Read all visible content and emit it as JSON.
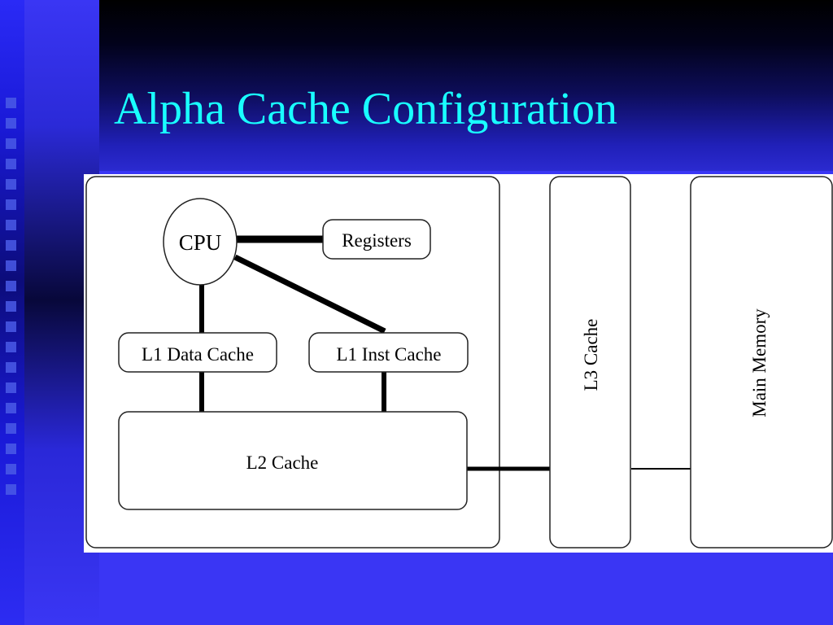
{
  "slide": {
    "title": "Alpha Cache Configuration"
  },
  "diagram": {
    "nodes": {
      "cpu": "CPU",
      "registers": "Registers",
      "l1_data": "L1 Data Cache",
      "l1_inst": "L1 Inst Cache",
      "l2": "L2 Cache",
      "l3": "L3 Cache",
      "main_memory": "Main Memory"
    },
    "edges": [
      [
        "cpu",
        "registers"
      ],
      [
        "cpu",
        "l1_data"
      ],
      [
        "cpu",
        "l1_inst"
      ],
      [
        "l1_data",
        "l2"
      ],
      [
        "l1_inst",
        "l2"
      ],
      [
        "l2",
        "l3"
      ],
      [
        "l3",
        "main_memory"
      ]
    ]
  },
  "colors": {
    "title": "#19ffff",
    "background": "#3a36f4"
  }
}
